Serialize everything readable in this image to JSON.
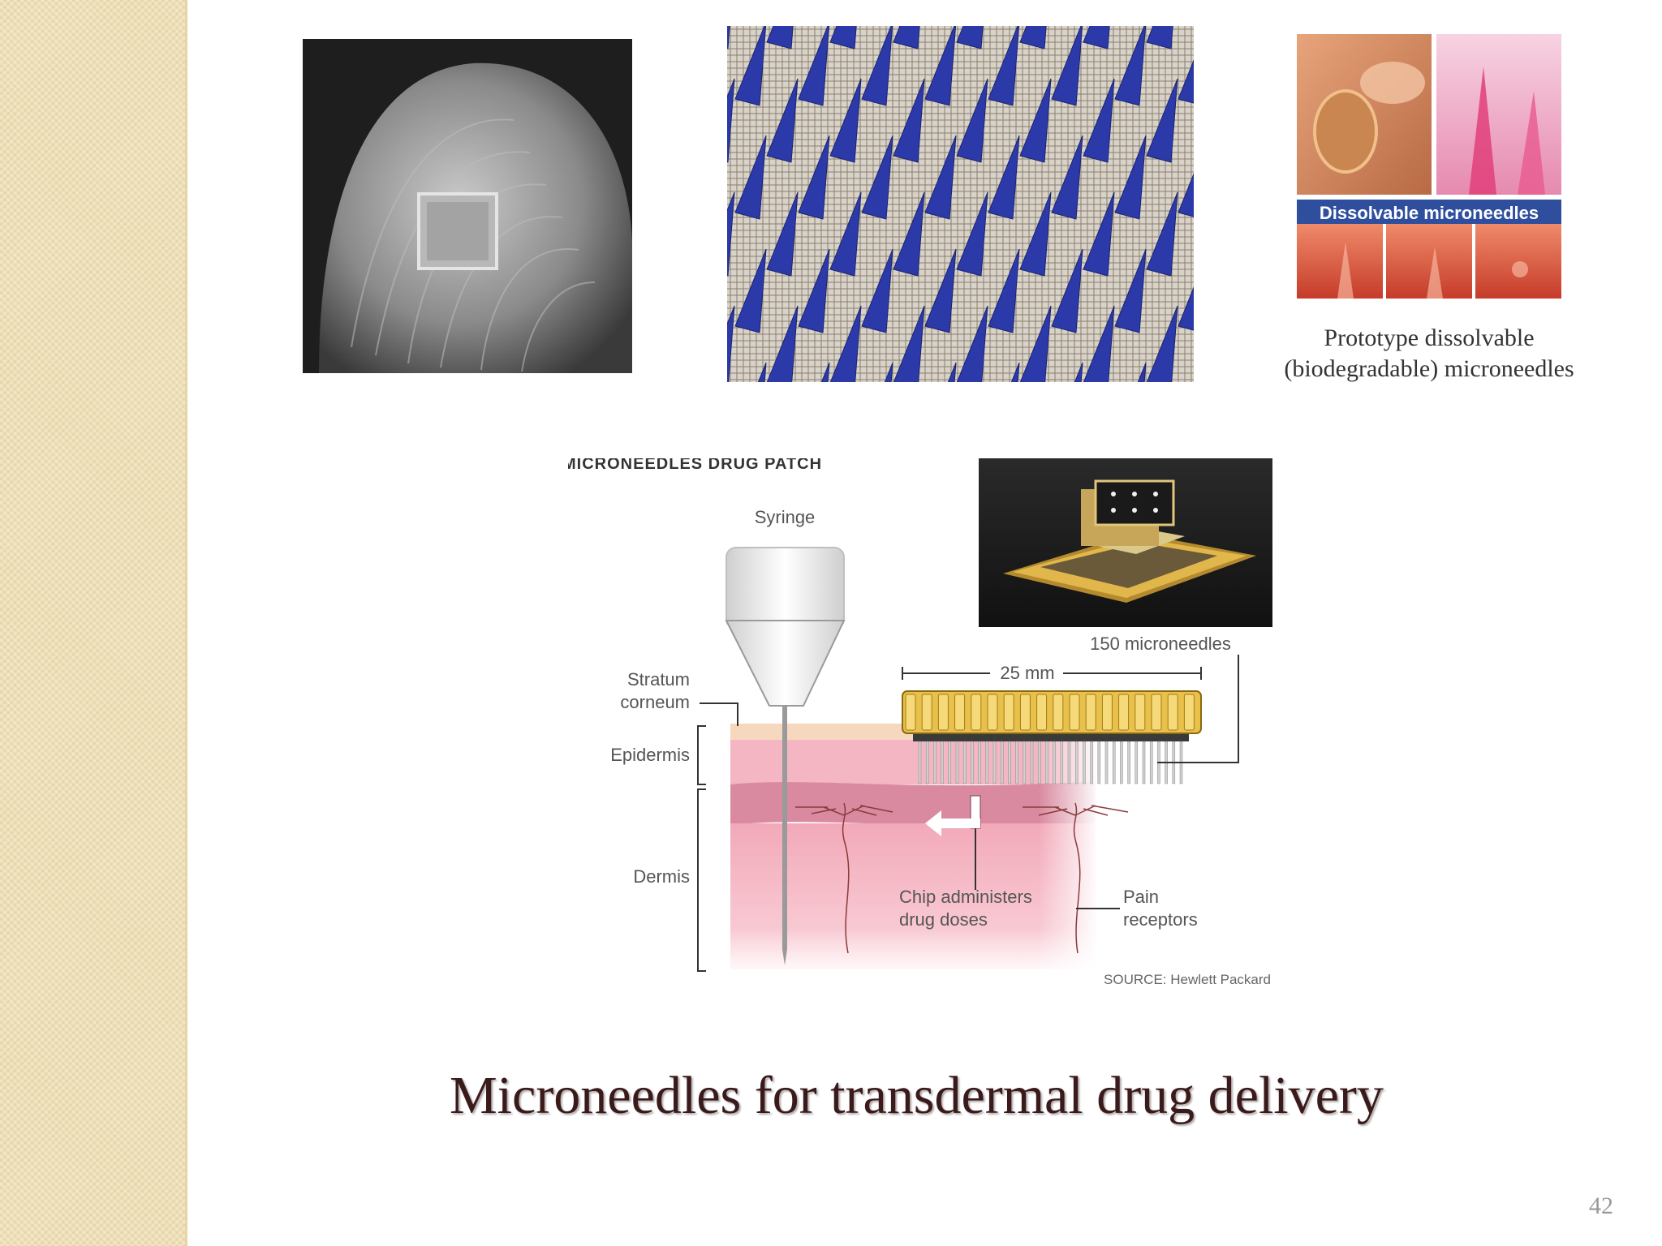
{
  "slide": {
    "title": "Microneedles for transdermal drug delivery",
    "page_number": "42"
  },
  "photos": {
    "dissolvable": {
      "banner": "Dissolvable microneedles",
      "caption_line1": "Prototype dissolvable",
      "caption_line2": "(biodegradable) microneedles"
    }
  },
  "diagram": {
    "title": "MICRONEEDLES DRUG PATCH",
    "syringe": "Syringe",
    "stratum_line1": "Stratum",
    "stratum_line2": "corneum",
    "epidermis": "Epidermis",
    "dermis": "Dermis",
    "width_label": "25 mm",
    "needle_count_label": "150 microneedles",
    "chip_line1": "Chip administers",
    "chip_line2": "drug doses",
    "pain_line1": "Pain",
    "pain_line2": "receptors",
    "source": "SOURCE: Hewlett Packard"
  },
  "colors": {
    "title_text": "#3a1a1a",
    "sidebar": "#eedfb6",
    "needle_blue": "#2b3aa8",
    "skin_pink": "#f3b8c2",
    "chip_gold": "#e8c04a"
  }
}
